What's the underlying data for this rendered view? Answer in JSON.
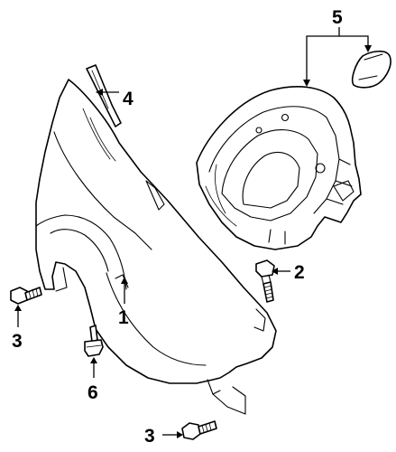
{
  "callouts": {
    "c1": "1",
    "c2": "2",
    "c3a": "3",
    "c3b": "3",
    "c4": "4",
    "c5": "5",
    "c6": "6"
  },
  "parts": {
    "fender": "fender-icon",
    "liner": "fender-liner-icon",
    "molding": "molding-icon",
    "bracket": "bracket-icon",
    "bolt": "bolt-icon",
    "pin": "push-pin-icon"
  }
}
